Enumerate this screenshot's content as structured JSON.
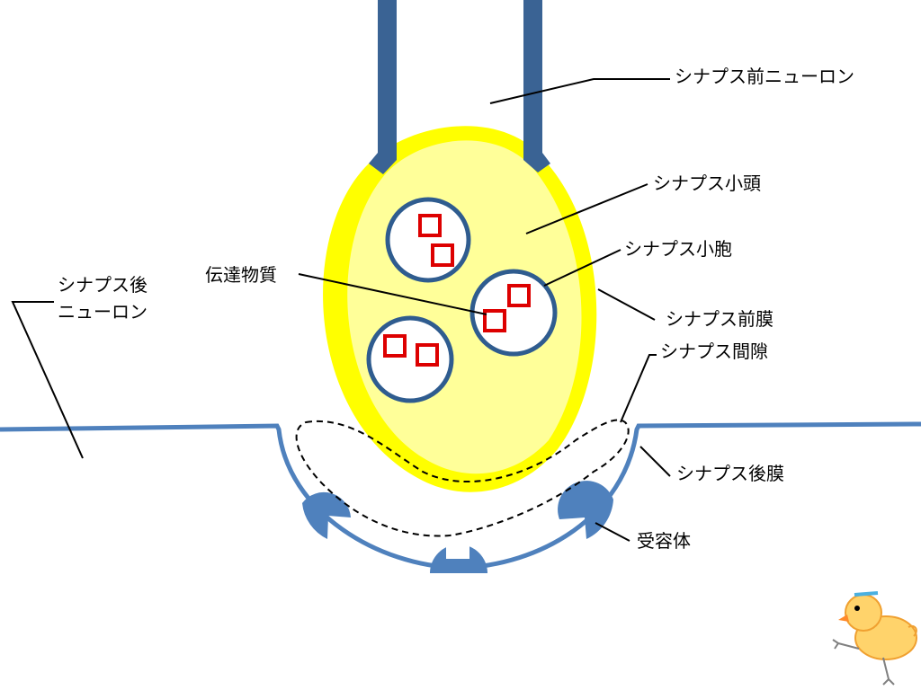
{
  "labels": {
    "presynaptic_neuron": "シナプス前ニューロン",
    "synaptic_knob": "シナプス小頭",
    "synaptic_vesicle": "シナプス小胞",
    "neurotransmitter": "伝達物質",
    "presynaptic_membrane": "シナプス前膜",
    "synaptic_cleft": "シナプス間隙",
    "postsynaptic_neuron_line1": "シナプス後",
    "postsynaptic_neuron_line2": "ニューロン",
    "postsynaptic_membrane": "シナプス後膜",
    "receptor": "受容体"
  },
  "colors": {
    "axon_wall": "#3a6394",
    "knob_membrane": "#ffff00",
    "knob_fill": "#ffff99",
    "vesicle_outline": "#2f5c8f",
    "transmitter": "#dd0000",
    "postsynaptic_membrane": "#4f81bd",
    "leader_line": "#000000"
  },
  "icons": {
    "mascot": "chick-drawing-icon"
  }
}
